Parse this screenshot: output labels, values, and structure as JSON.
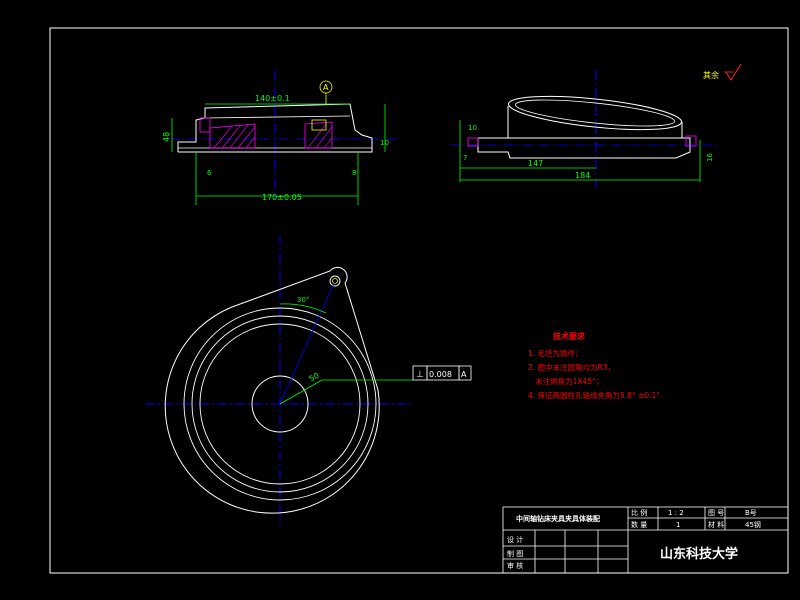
{
  "colors": {
    "background": "#000000",
    "outline": "#ffffff",
    "dimension": "#00ff00",
    "centerline": "#0000ff",
    "hatch": "#ff00ff",
    "notes": "#ff0000",
    "title_block": "#ffffff",
    "marker": "#ffff00",
    "surface_mark": "#ff2222"
  },
  "front_view": {
    "dims": {
      "d1": "140±0.1",
      "d2": "48",
      "d3": "170±0.05",
      "d4": "8",
      "d5": "6",
      "d6": "10"
    },
    "datum_label": "A"
  },
  "side_view": {
    "dims": {
      "width_inner": "147",
      "width_outer": "184",
      "left_top": "10",
      "left_bottom": "7",
      "right_height": "16"
    }
  },
  "top_view": {
    "angle": "30°",
    "radius": "50",
    "tolerance": {
      "symbol": "⊥",
      "value": "0.008",
      "datum": "A"
    }
  },
  "roughness": {
    "label": "其余"
  },
  "technical_requirements": {
    "title": "技术要求",
    "items": [
      "1. 毛坯为铸件；",
      "2. 图中未注圆角均为R3，",
      "   未注倒角为1X45°；",
      "4. 保证两圆柱孔轴线夹角为5.8° ±0.1°."
    ]
  },
  "title_block": {
    "drawing_title": "中间轴钻床夹具夹具体装配",
    "ratio_label": "比 例",
    "ratio_value": "1 : 2",
    "drawing_no_label": "图 号",
    "drawing_no_value": "B号",
    "quantity_label": "数 量",
    "quantity_value": "1",
    "material_label": "材 料",
    "material_value": "45钢",
    "design_label": "设 计",
    "draft_label": "制 图",
    "review_label": "审 核",
    "school": "山东科技大学"
  }
}
